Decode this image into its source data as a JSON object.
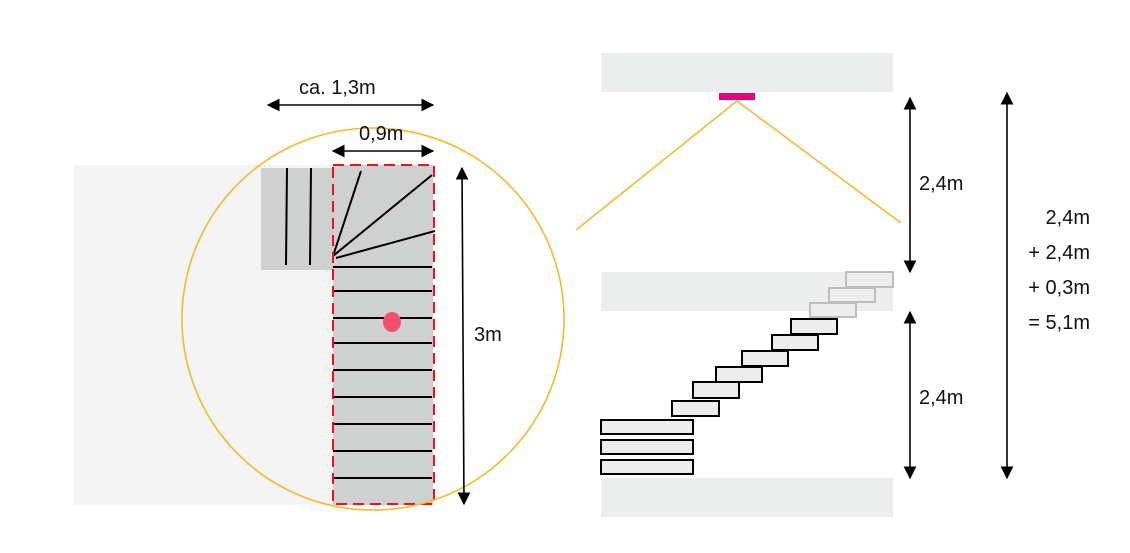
{
  "plan": {
    "outer_width_label": "ca. 1,3m",
    "stair_width_label": "0,9m",
    "length_label": "3m"
  },
  "section": {
    "upper_height_label": "2,4m",
    "lower_height_label": "2,4m",
    "sum_lines": [
      "2,4m",
      "+ 2,4m",
      "+ 0,3m",
      "= 5,1m"
    ]
  },
  "colors": {
    "circle": "#f5b82e",
    "dashed_frame": "#e8141c",
    "marker_dot": "#f0506a",
    "ceiling_light": "#e5007d",
    "light_cone": "#f5b82e",
    "floor_slab": "#eceded",
    "stair_fill": "#cfd0d0"
  }
}
